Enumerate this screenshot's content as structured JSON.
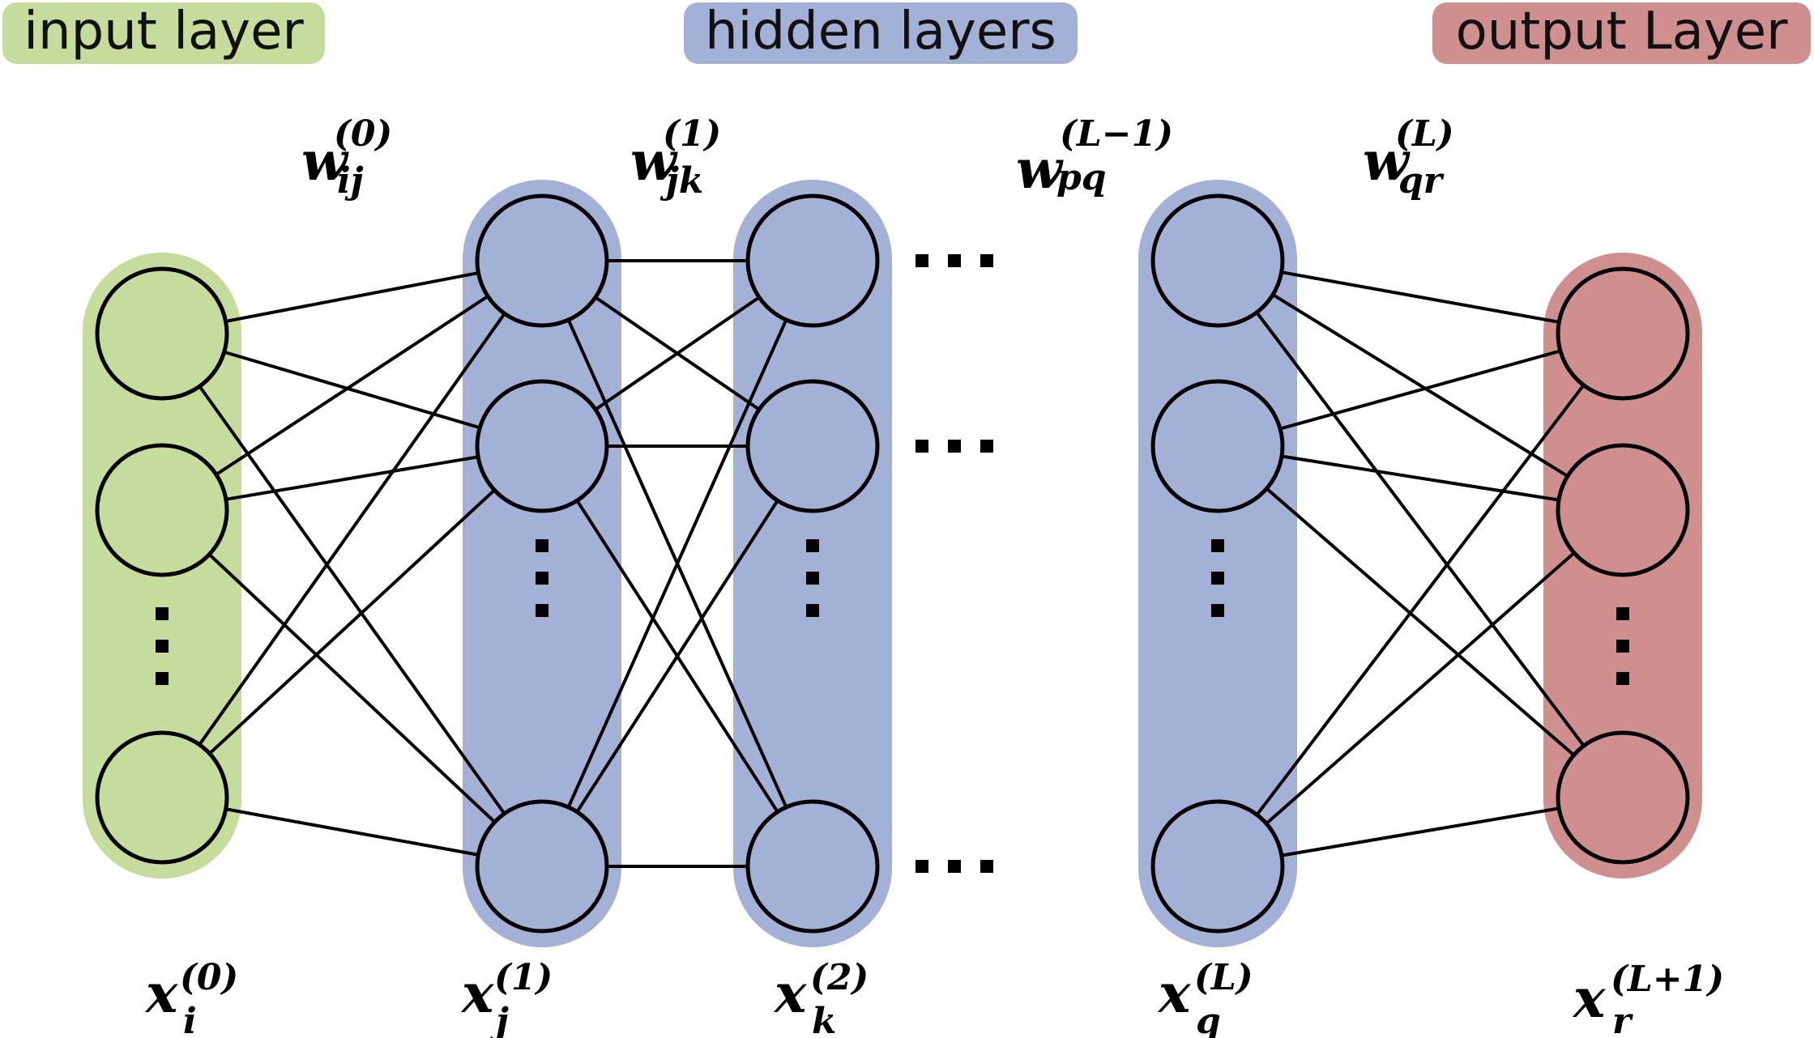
{
  "labels": {
    "input_layer": "input layer",
    "hidden_layers": "hidden layers",
    "output_layer": "output Layer"
  },
  "colors": {
    "input": "#c5dc9c",
    "hidden": "#a4b1d6",
    "output": "#d08f8f",
    "stroke": "#000000"
  },
  "weights": [
    {
      "base": "w",
      "sub": "ij",
      "sup": "(0)"
    },
    {
      "base": "w",
      "sub": "jk",
      "sup": "(1)"
    },
    {
      "base": "w",
      "sub": "pq",
      "sup": "(L−1)"
    },
    {
      "base": "w",
      "sub": "qr",
      "sup": "(L)"
    }
  ],
  "node_labels": [
    {
      "base": "x",
      "sub": "i",
      "sup": "(0)"
    },
    {
      "base": "x",
      "sub": "j",
      "sup": "(1)"
    },
    {
      "base": "x",
      "sub": "k",
      "sup": "(2)"
    },
    {
      "base": "x",
      "sub": "q",
      "sup": "(L)"
    },
    {
      "base": "x",
      "sub": "r",
      "sup": "(L+1)"
    }
  ]
}
